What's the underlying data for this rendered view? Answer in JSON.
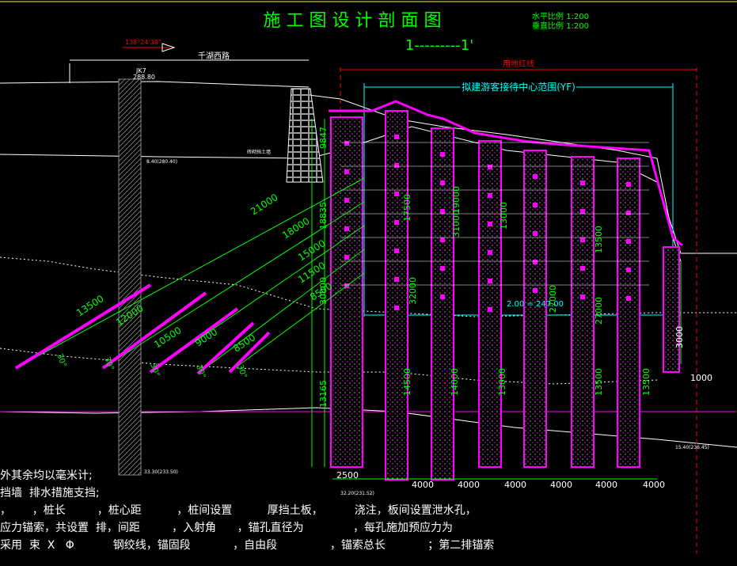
{
  "title": "施 工 图 设 计 剖 面 图",
  "section_label": "1---------1'",
  "scale": {
    "horizontal": "水平比例 1:200",
    "vertical": "垂直比例 1:200"
  },
  "angle_label": "138°24'38\"",
  "road_label": "千湖西路",
  "jk_label": "JK7",
  "jk_elev": "288.80",
  "redline_label": "用地红线",
  "range_label": "拟建游客接待中心范围(YF)",
  "wall_label": "砖砌挡土墙",
  "dims_vertical": [
    "9847",
    "18835",
    "30000",
    "13165",
    "32000",
    "31000",
    "17500",
    "19000",
    "13000",
    "14500",
    "14000",
    "13000",
    "27000",
    "13500",
    "27000",
    "13500",
    "13500",
    "3000"
  ],
  "anchor_lengths": [
    "21000",
    "18000",
    "15000",
    "11500",
    "8500",
    "13500",
    "12000",
    "10500",
    "9000",
    "8500"
  ],
  "anchor_angles": [
    "30°",
    "30°",
    "30°",
    "30°",
    "30°"
  ],
  "pile_spacing": [
    "2500",
    "4000",
    "4000",
    "4000",
    "4000",
    "4000",
    "4000"
  ],
  "right_dims": [
    "1000",
    "3000"
  ],
  "level_label": "2.00 = 247.00",
  "elev_labels": [
    "8.40(280.40)",
    "33.30(233.50)",
    "32.20(231.52)",
    "15.40(236.45)"
  ],
  "notes": [
    "外其余均以毫米计;",
    "挡墙  排水措施支挡;",
    "，      ，桩长         ，桩心距          ，桩间设置          厚挡土板，         浇注，板间设置泄水孔，",
    "",
    "应力锚索，共设置  排，间距         ，入射角      ，锚孔直径为              ，每孔施加预应力为",
    "采用  束  X   Φ           钢绞线，锚固段            ，自由段               ，锚索总长            ；第二排锚索"
  ]
}
